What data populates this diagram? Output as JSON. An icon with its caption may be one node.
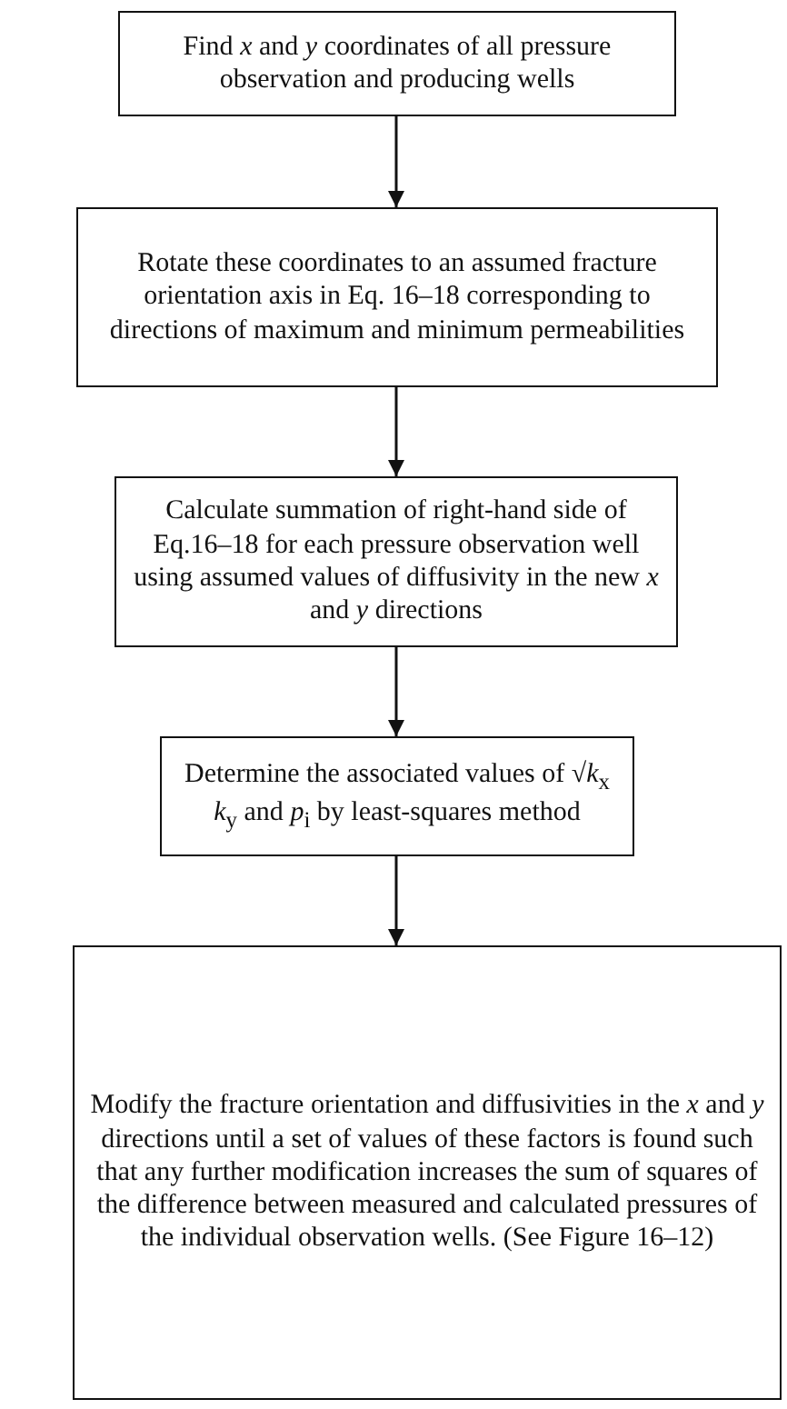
{
  "diagram": {
    "nodes": [
      {
        "text": [
          "Find *x* and *y* coordinates of all pressure observation and producing wells"
        ]
      },
      {
        "text": [
          "Rotate these coordinates to an assumed fracture orientation axis in Eq. 16–18 corresponding to directions of maximum and minimum permeabilities"
        ]
      },
      {
        "text": [
          "Calculate summation of right-hand side of Eq.16–18 for each pressure observation well using assumed values of diffusivity in the new *x* and *y* directions"
        ]
      },
      {
        "text": [
          "Determine the associated values of √*k*$_{x}$ *k*$_{y}$ and *p*$_{i}$ by least-squares method"
        ]
      },
      {
        "text": [
          "Modify the fracture orientation and diffusivities in the *x* and *y* directions until a set of values of these factors is found such that any further modification increases the sum of squares of the difference between measured and calculated pressures of the individual observation wells. (See Figure 16–12)"
        ]
      }
    ],
    "edges": [
      {
        "from": 0,
        "to": 1,
        "arrow": "to"
      },
      {
        "from": 1,
        "to": 2,
        "arrow": "to"
      },
      {
        "from": 2,
        "to": 3,
        "arrow": "to"
      },
      {
        "from": 3,
        "to": 4,
        "arrow": "to"
      }
    ]
  }
}
